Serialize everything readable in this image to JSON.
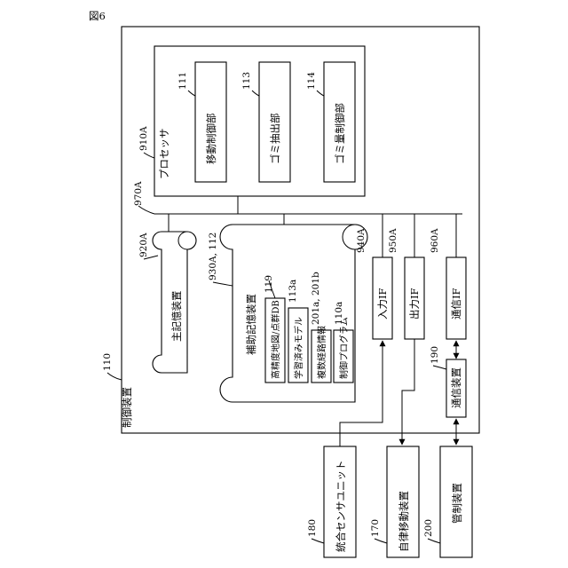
{
  "figure_label": "図6",
  "labels": {
    "control_device": "制御装置",
    "processor": "プロセッサ",
    "movement_control": "移動制御部",
    "garbage_extract": "ゴミ抽出部",
    "garbage_amount": "ゴミ量制御部",
    "main_storage": "主記憶装置",
    "aux_storage": "補助記憶装置",
    "hd_map": "高精度地図/点群DB",
    "trained_model": "学習済みモデル",
    "multi_route": "複数経路情報",
    "control_program": "制御プログラム",
    "input_if": "入力IF",
    "output_if": "出力IF",
    "comm_if": "通信IF",
    "comm_device": "通信装置",
    "sensor_unit": "統合センサユニット",
    "autonomous": "自律移動装置",
    "management": "管制装置"
  },
  "refs": {
    "control_device": "110",
    "processor": "910A",
    "movement_control": "111",
    "garbage_extract": "113",
    "garbage_amount": "114",
    "bus": "970A",
    "main_storage": "920A",
    "aux_storage": "930A, 112",
    "hd_map": "119",
    "trained_model": "113a",
    "multi_route": "201a, 201b",
    "control_program": "110a",
    "input_if": "940A",
    "output_if": "950A",
    "comm_if": "960A",
    "comm_device": "190",
    "sensor_unit": "180",
    "autonomous": "170",
    "management": "200"
  }
}
